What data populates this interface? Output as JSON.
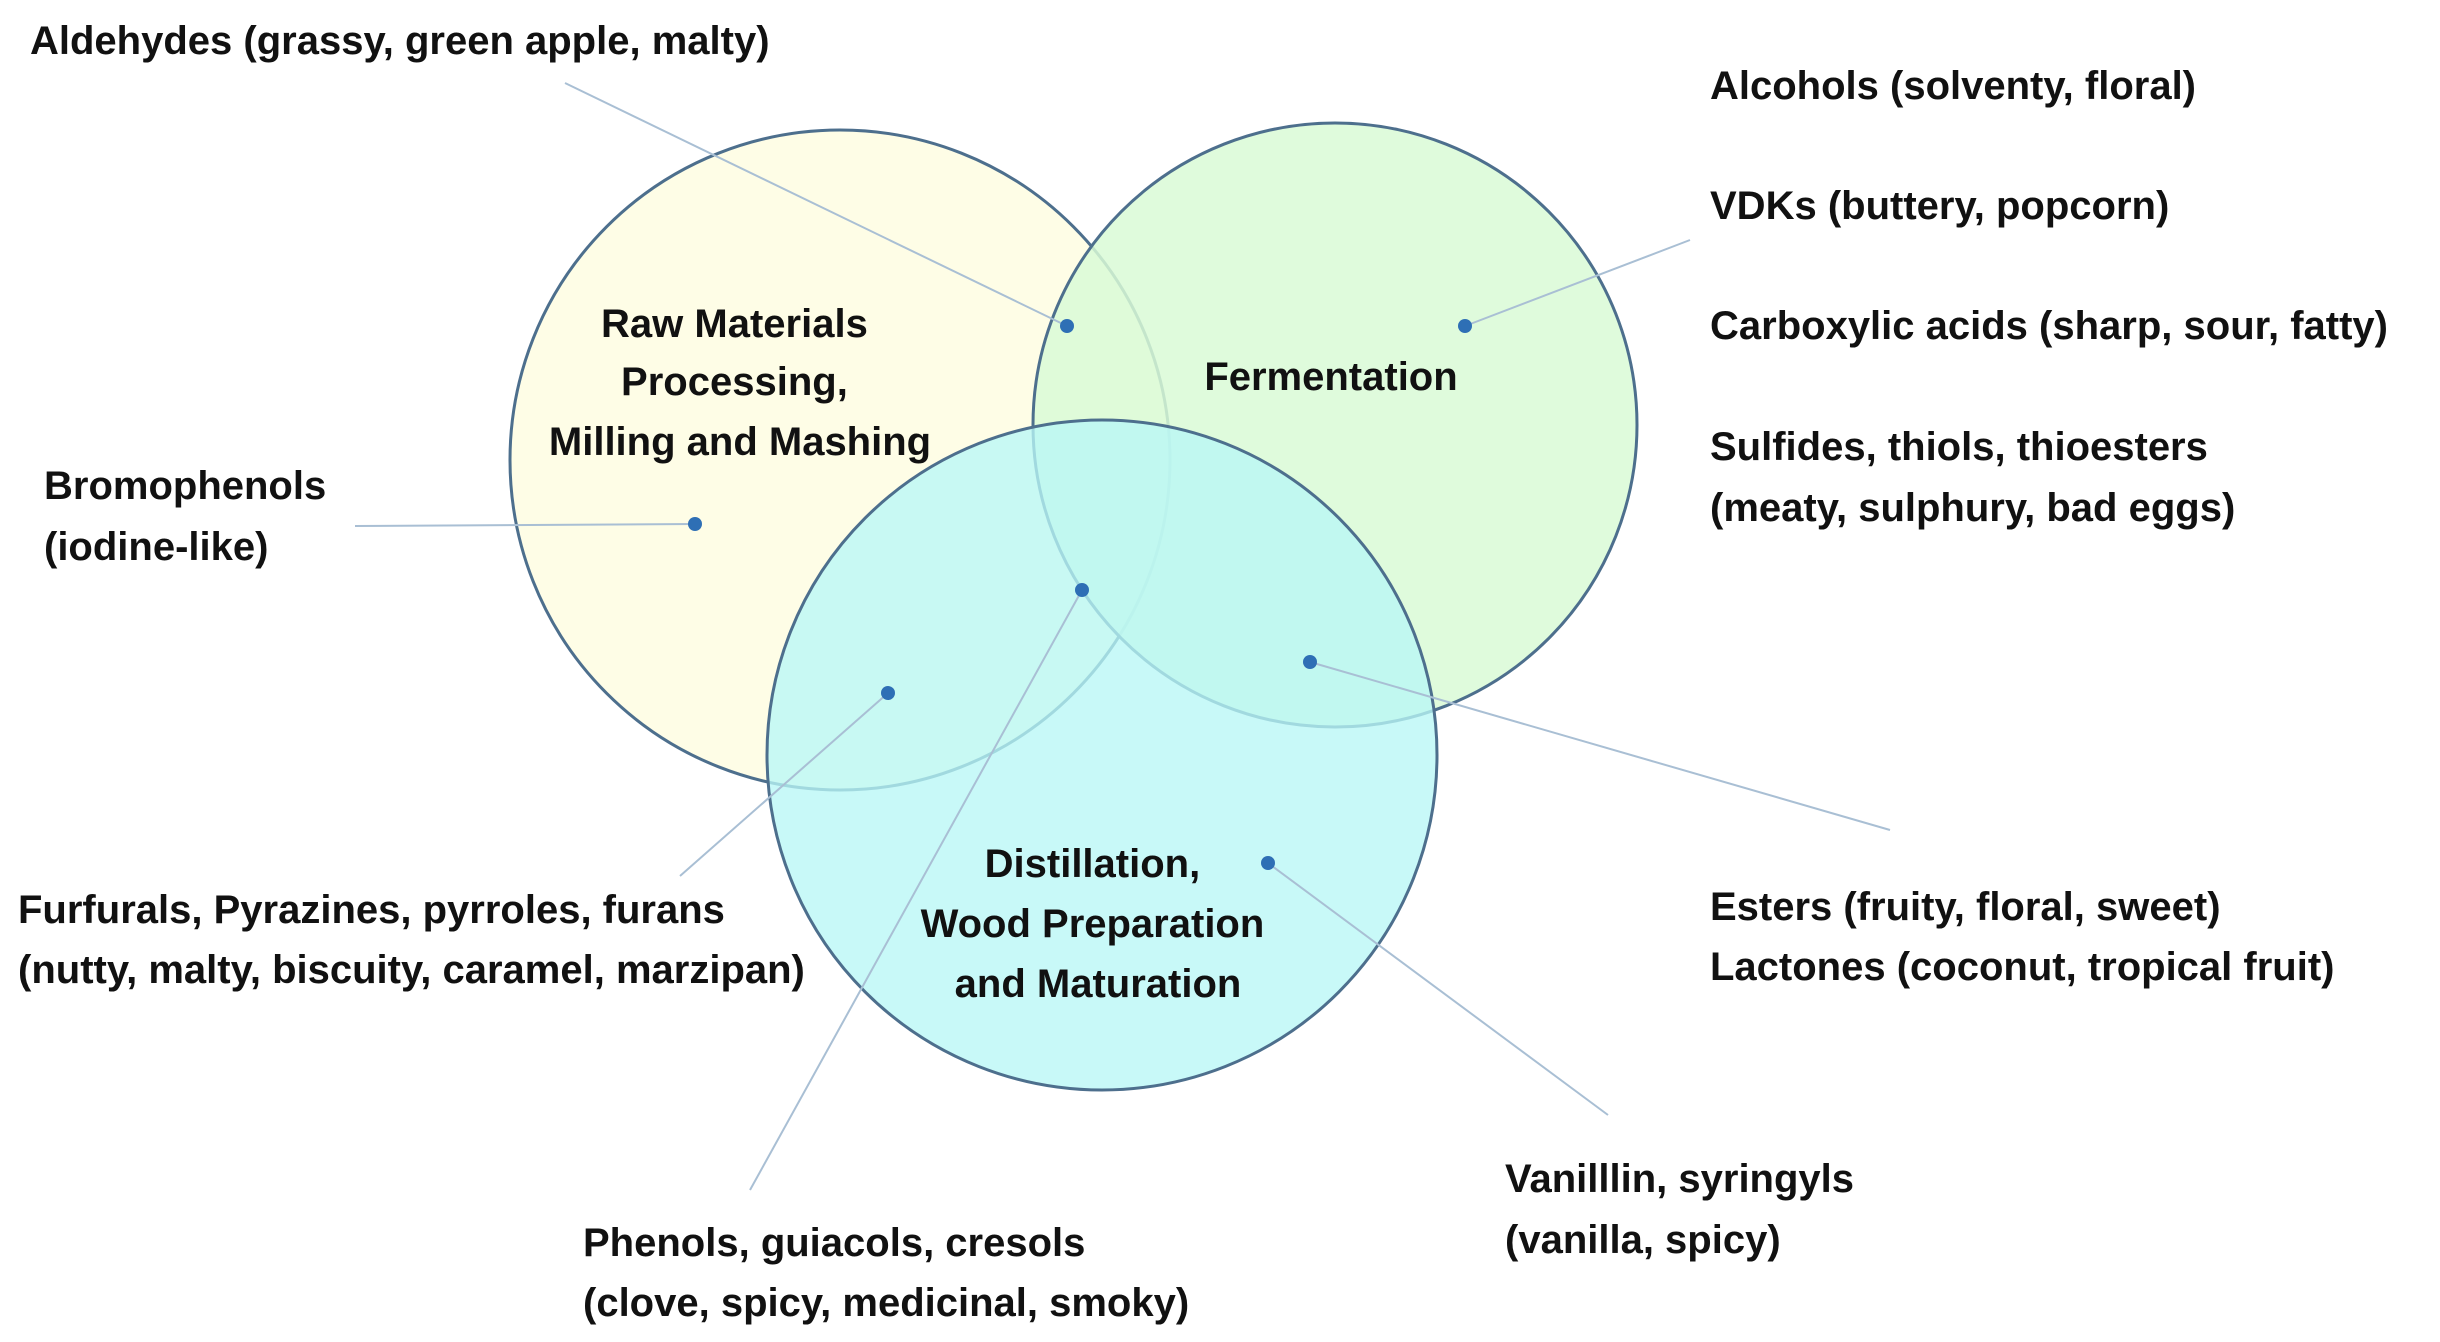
{
  "colors": {
    "raw_fill": "#fefde6",
    "fermentation_fill": "#d9fad6",
    "distillation_fill": "#b9f7f6",
    "circle_stroke": "#4d6f8d",
    "leader_line": "#a9bfd4",
    "dot": "#2e6fb5",
    "text": "#111111"
  },
  "circles": {
    "raw": {
      "label_lines": [
        "Raw Materials",
        "Processing,",
        "Milling and Mashing"
      ]
    },
    "fermentation": {
      "label_lines": [
        "Fermentation"
      ]
    },
    "distillation": {
      "label_lines": [
        "Distillation,",
        "Wood Preparation",
        "and Maturation"
      ]
    }
  },
  "compounds": {
    "aldehydes": {
      "lines": [
        "Aldehydes (grassy, green apple, malty)"
      ]
    },
    "bromophenols": {
      "lines": [
        "Bromophenols",
        "(iodine-like)"
      ]
    },
    "fermentation_group": {
      "lines": [
        "Alcohols (solventy, floral)",
        "VDKs (buttery, popcorn)",
        "Carboxylic acids (sharp, sour, fatty)",
        "Sulfides, thiols, thioesters",
        "(meaty, sulphury, bad eggs)"
      ]
    },
    "furfurals": {
      "lines": [
        "Furfurals, Pyrazines, pyrroles, furans",
        "(nutty, malty, biscuity, caramel, marzipan)"
      ]
    },
    "esters": {
      "lines": [
        "Esters (fruity, floral, sweet)",
        "Lactones (coconut, tropical fruit)"
      ]
    },
    "phenols": {
      "lines": [
        "Phenols, guiacols, cresols",
        "(clove, spicy, medicinal, smoky)"
      ]
    },
    "vanillin": {
      "lines": [
        "Vanilllin, syringyls",
        "(vanilla, spicy)"
      ]
    }
  }
}
